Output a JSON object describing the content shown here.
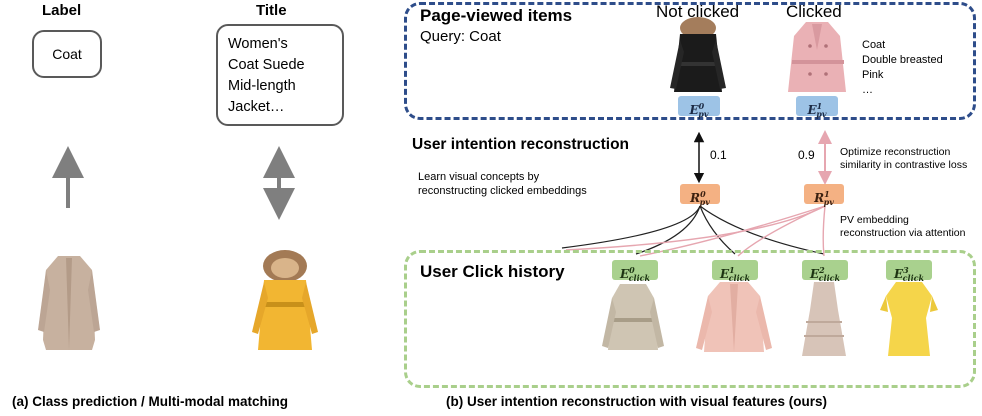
{
  "panel_a": {
    "label_header": "Label",
    "title_header": "Title",
    "label_value": "Coat",
    "title_lines": [
      "Women's",
      "Coat Suede",
      "Mid-length",
      "Jacket…"
    ],
    "caption": "(a) Class prediction / Multi-modal matching"
  },
  "panel_b": {
    "page_viewed": {
      "heading": "Page-viewed items",
      "query": "Query: Coat",
      "not_clicked": "Not clicked",
      "clicked": "Clicked",
      "attributes": [
        "Coat",
        "Double breasted",
        "Pink",
        "…"
      ],
      "embed_0": {
        "base": "E",
        "sub": "pv",
        "sup": "0"
      },
      "embed_1": {
        "base": "E",
        "sub": "pv",
        "sup": "1"
      }
    },
    "reconstruction": {
      "heading": "User intention reconstruction",
      "desc_lines": [
        "Learn visual concepts  by",
        "reconstructing clicked embeddings"
      ],
      "score_0": "0.1",
      "score_1": "0.9",
      "optimize_lines": [
        "Optimize reconstruction",
        "similarity in contrastive loss"
      ],
      "recon_0": {
        "base": "R",
        "sub": "pv",
        "sup": "0"
      },
      "recon_1": {
        "base": "R",
        "sub": "pv",
        "sup": "1"
      },
      "attention_lines": [
        "PV embedding",
        "reconstruction via attention"
      ]
    },
    "click_history": {
      "heading": "User Click history",
      "items": [
        {
          "base": "E",
          "sub": "click",
          "sup": "0"
        },
        {
          "base": "E",
          "sub": "click",
          "sup": "1"
        },
        {
          "base": "E",
          "sub": "click",
          "sup": "2"
        },
        {
          "base": "E",
          "sub": "click",
          "sup": "3"
        }
      ]
    },
    "caption": "(b) User intention reconstruction with visual features (ours)"
  },
  "colors": {
    "blue_dash": "#2e4d8a",
    "green_dash": "#a9cf8b",
    "pink_arrow": "#e6a6b0",
    "grey_arrow": "#7f7f7f"
  }
}
